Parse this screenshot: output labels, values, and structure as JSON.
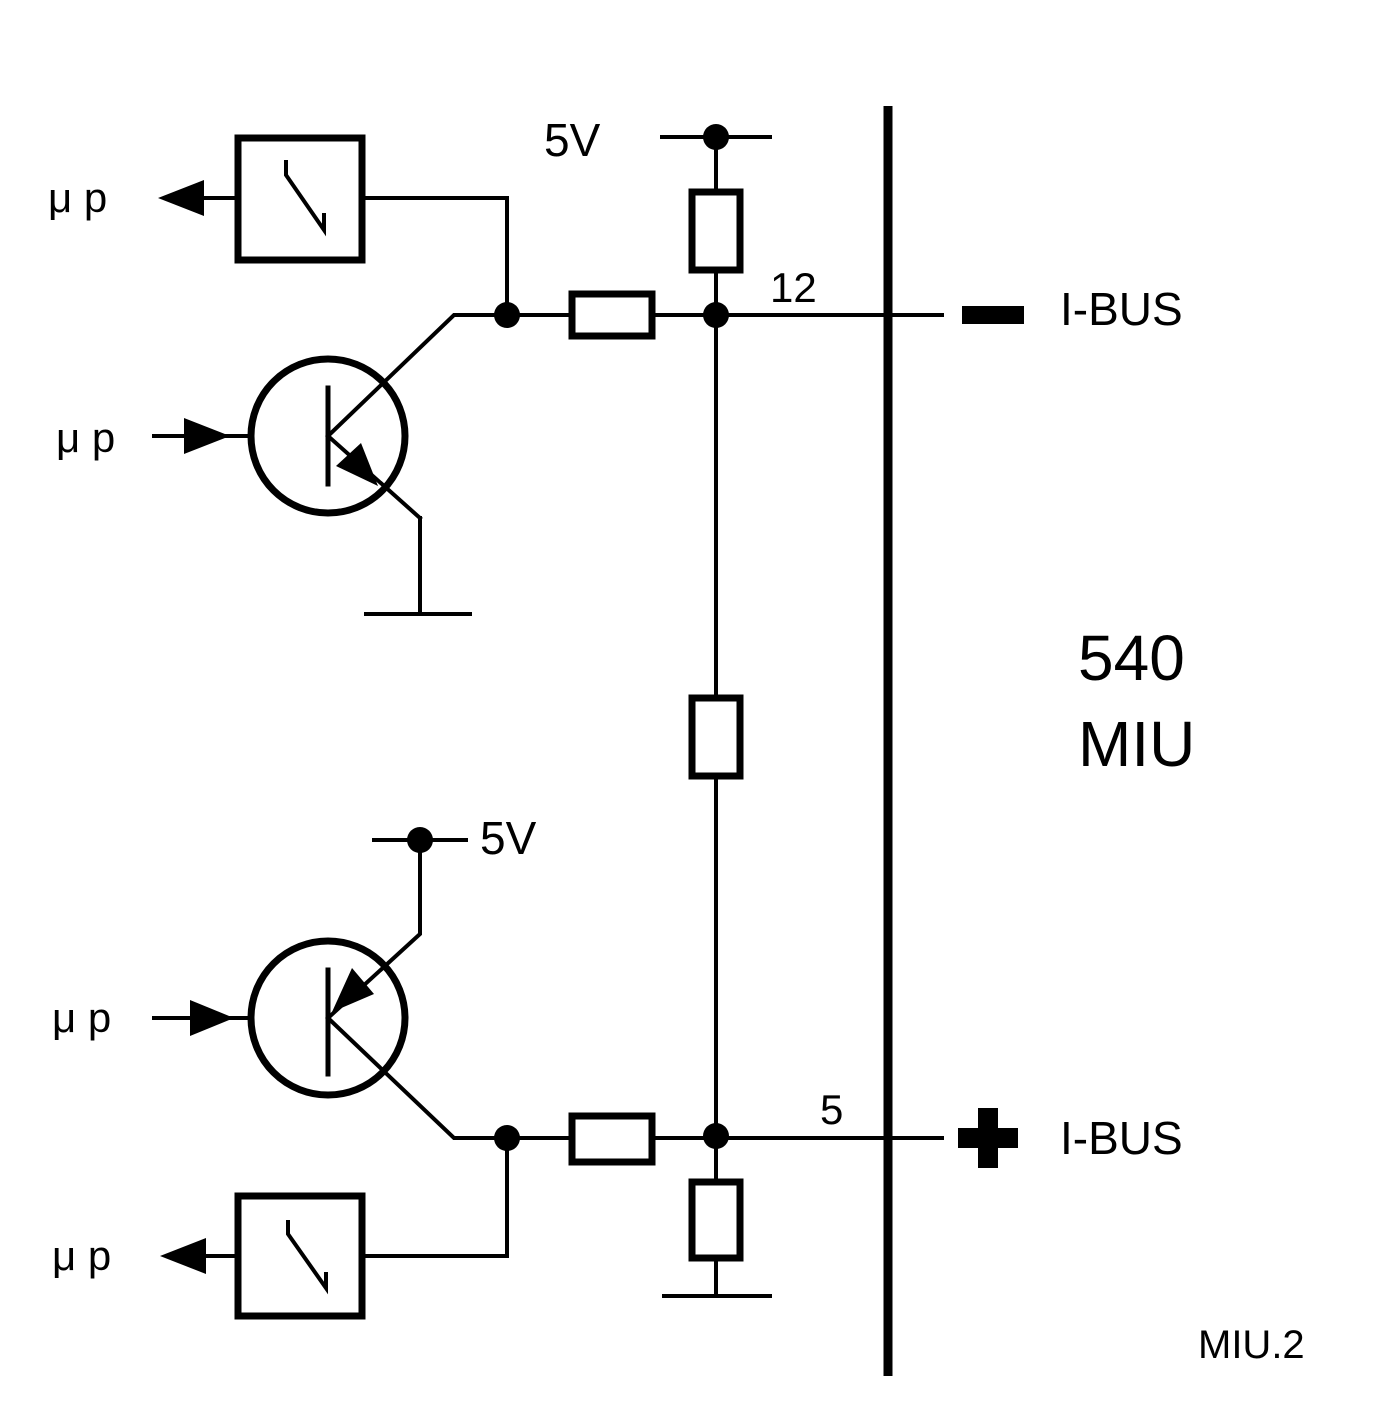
{
  "labels": {
    "mu_p": "μ p",
    "supply_top": "5V",
    "supply_bottom": "5V",
    "pin_top": "12",
    "pin_bottom": "5",
    "ibus_top": "I-BUS",
    "ibus_bottom": "I-BUS",
    "module_number": "540",
    "module_name": "MIU",
    "figure_id": "MIU.2"
  }
}
